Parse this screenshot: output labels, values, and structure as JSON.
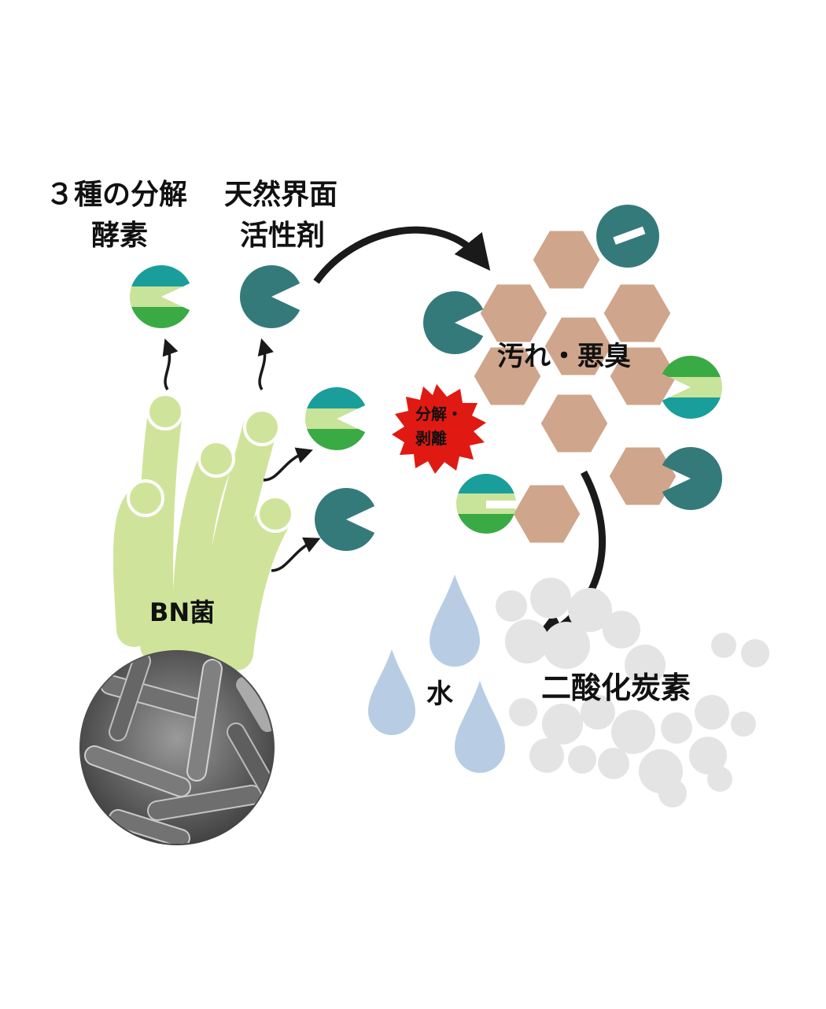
{
  "labels": {
    "enzyme_line1": "３種の分解",
    "enzyme_line2": "酵素",
    "surfactant_line1": "天然界面",
    "surfactant_line2": "活性剤",
    "dirt": "汚れ・悪臭",
    "reaction_line1": "分解・",
    "reaction_line2": "剥離",
    "bacteria": "BN菌",
    "water": "水",
    "co2": "二酸化炭素"
  },
  "colors": {
    "enzyme_teal": "#1a9e9c",
    "enzyme_light_green": "#c8e39a",
    "enzyme_green": "#3aaa45",
    "surfactant_teal": "#357a7a",
    "dirt_hex": "#cfa58b",
    "bacteria_tube": "#cfe49a",
    "burst_red": "#e01a12",
    "water_drop": "#b8cde3",
    "co2_cloud": "#e4e4e4",
    "arrow": "#1a1a1a"
  }
}
